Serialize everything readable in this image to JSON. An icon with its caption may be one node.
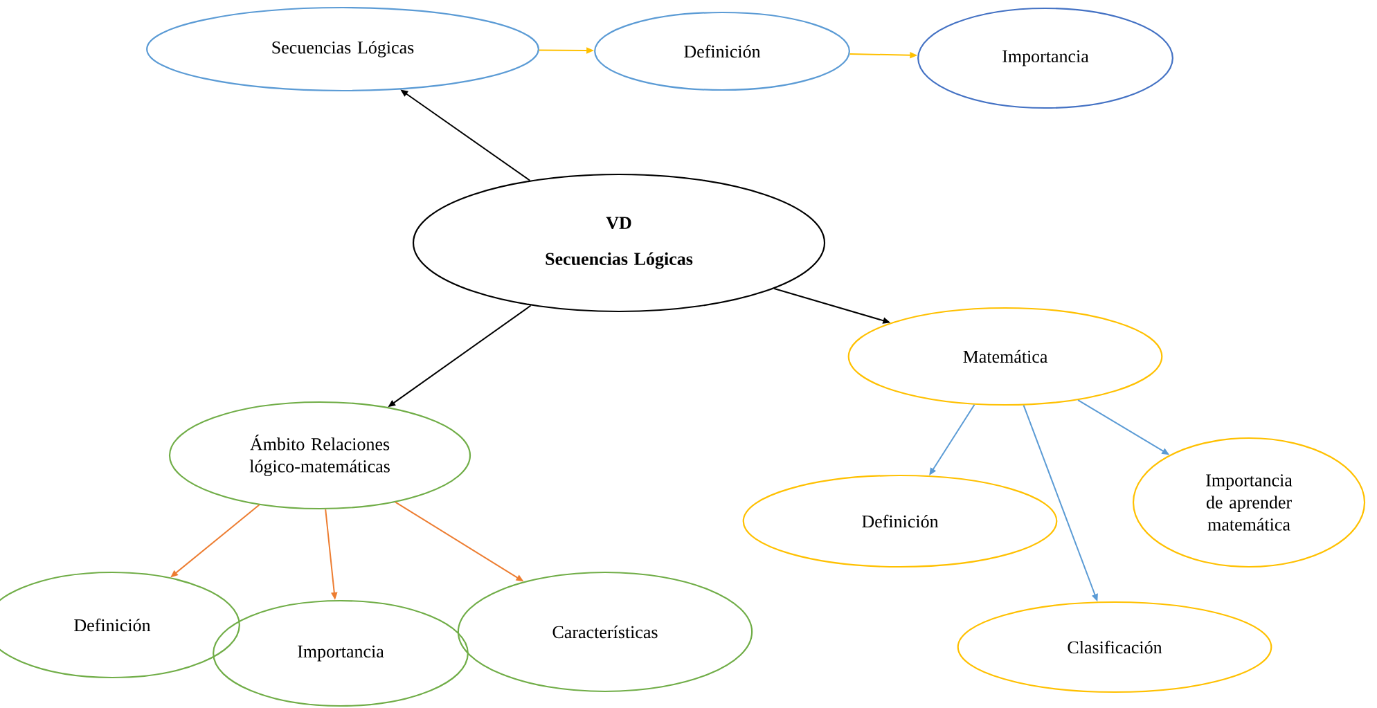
{
  "diagram": {
    "nodes": [
      {
        "text": [
          "Secuencias Lógicas"
        ]
      },
      {
        "text": [
          "Definición"
        ]
      },
      {
        "text": [
          "Importancia"
        ]
      },
      {
        "text": [
          "VD",
          "Secuencias Lógicas"
        ]
      },
      {
        "text": [
          "Matemática"
        ]
      },
      {
        "text": [
          "Ámbito Relaciones lógico-matemáticas"
        ]
      },
      {
        "text": [
          "Definición"
        ]
      },
      {
        "text": [
          "Importancia"
        ]
      },
      {
        "text": [
          "Características"
        ]
      },
      {
        "text": [
          "Definición"
        ]
      },
      {
        "text": [
          "Importancia de aprender matemática"
        ]
      },
      {
        "text": [
          "Clasificación"
        ]
      }
    ],
    "edges": [
      {
        "from": 0,
        "to": 1,
        "arrow": "to",
        "color": "#ffc000"
      },
      {
        "from": 1,
        "to": 2,
        "arrow": "to",
        "color": "#ffc000"
      },
      {
        "from": 3,
        "to": 0,
        "arrow": "to",
        "color": "#000000"
      },
      {
        "from": 3,
        "to": 4,
        "arrow": "to",
        "color": "#000000"
      },
      {
        "from": 3,
        "to": 5,
        "arrow": "to",
        "color": "#000000"
      },
      {
        "from": 5,
        "to": 6,
        "arrow": "to",
        "color": "#ed7d31"
      },
      {
        "from": 5,
        "to": 7,
        "arrow": "to",
        "color": "#ed7d31"
      },
      {
        "from": 5,
        "to": 8,
        "arrow": "to",
        "color": "#ed7d31"
      },
      {
        "from": 4,
        "to": 9,
        "arrow": "to",
        "color": "#5b9bd5"
      },
      {
        "from": 4,
        "to": 10,
        "arrow": "to",
        "color": "#5b9bd5"
      },
      {
        "from": 4,
        "to": 11,
        "arrow": "to",
        "color": "#5b9bd5"
      }
    ]
  }
}
